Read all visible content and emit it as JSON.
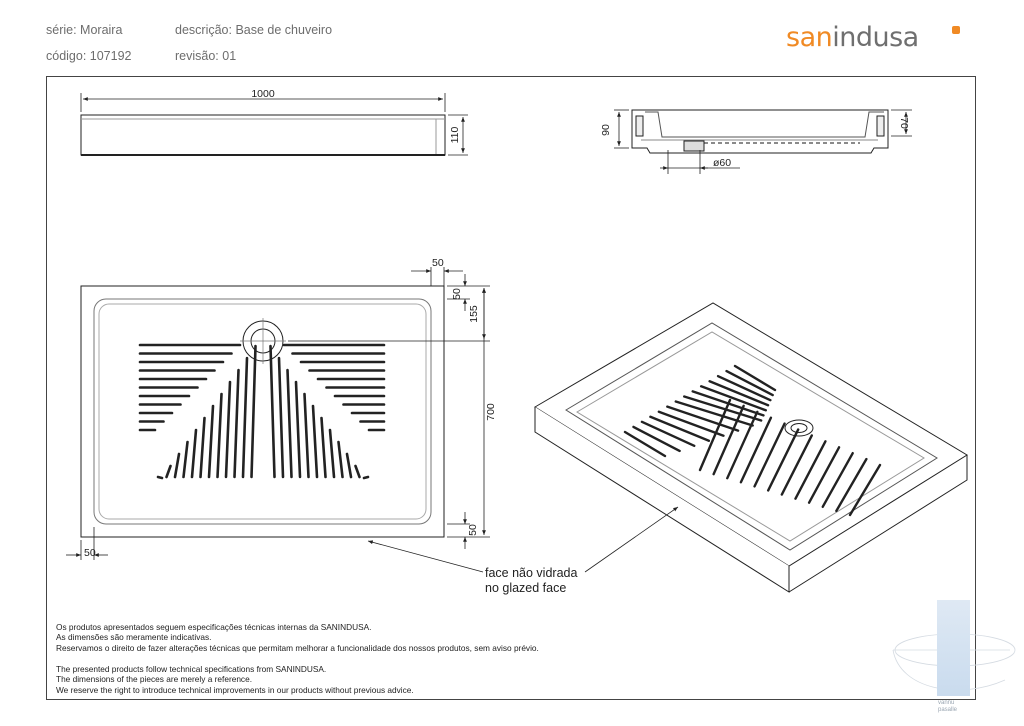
{
  "header": {
    "serie": "série: Moraira",
    "descricao": "descrição: Base de chuveiro",
    "codigo": "código: 107192",
    "revisao": "revisão: 01"
  },
  "brand": {
    "part1": "san",
    "part2": "indusa",
    "accent_color": "#f08a24",
    "text_color": "#6f6f6f"
  },
  "dimensions": {
    "width": "1000",
    "height": "110",
    "side_height": "90",
    "rim_height": "70",
    "drain_diameter": "ø60",
    "drain_offset_x": "50",
    "drain_offset_y_small": "50",
    "drain_offset_y": "155",
    "depth": "700",
    "bottom_margin": "50",
    "left_margin": "50"
  },
  "callout": {
    "line1": "face não vidrada",
    "line2": "no glazed face"
  },
  "notes": {
    "pt1": "Os produtos apresentados seguem especificações técnicas internas da SANINDUSA.",
    "pt2": "As dimensões são meramente indicativas.",
    "pt3": "Reservamos o direito de fazer alterações técnicas que permitam melhorar a funcionalidade dos nossos produtos, sem aviso prévio.",
    "en1": "The presented products follow technical specifications from SANINDUSA.",
    "en2": "The dimensions of the pieces are merely a reference.",
    "en3": "We reserve the right to introduce technical improvements in our products without previous advice."
  },
  "deco": {
    "line1": "vannu",
    "line2": "pasalle"
  }
}
